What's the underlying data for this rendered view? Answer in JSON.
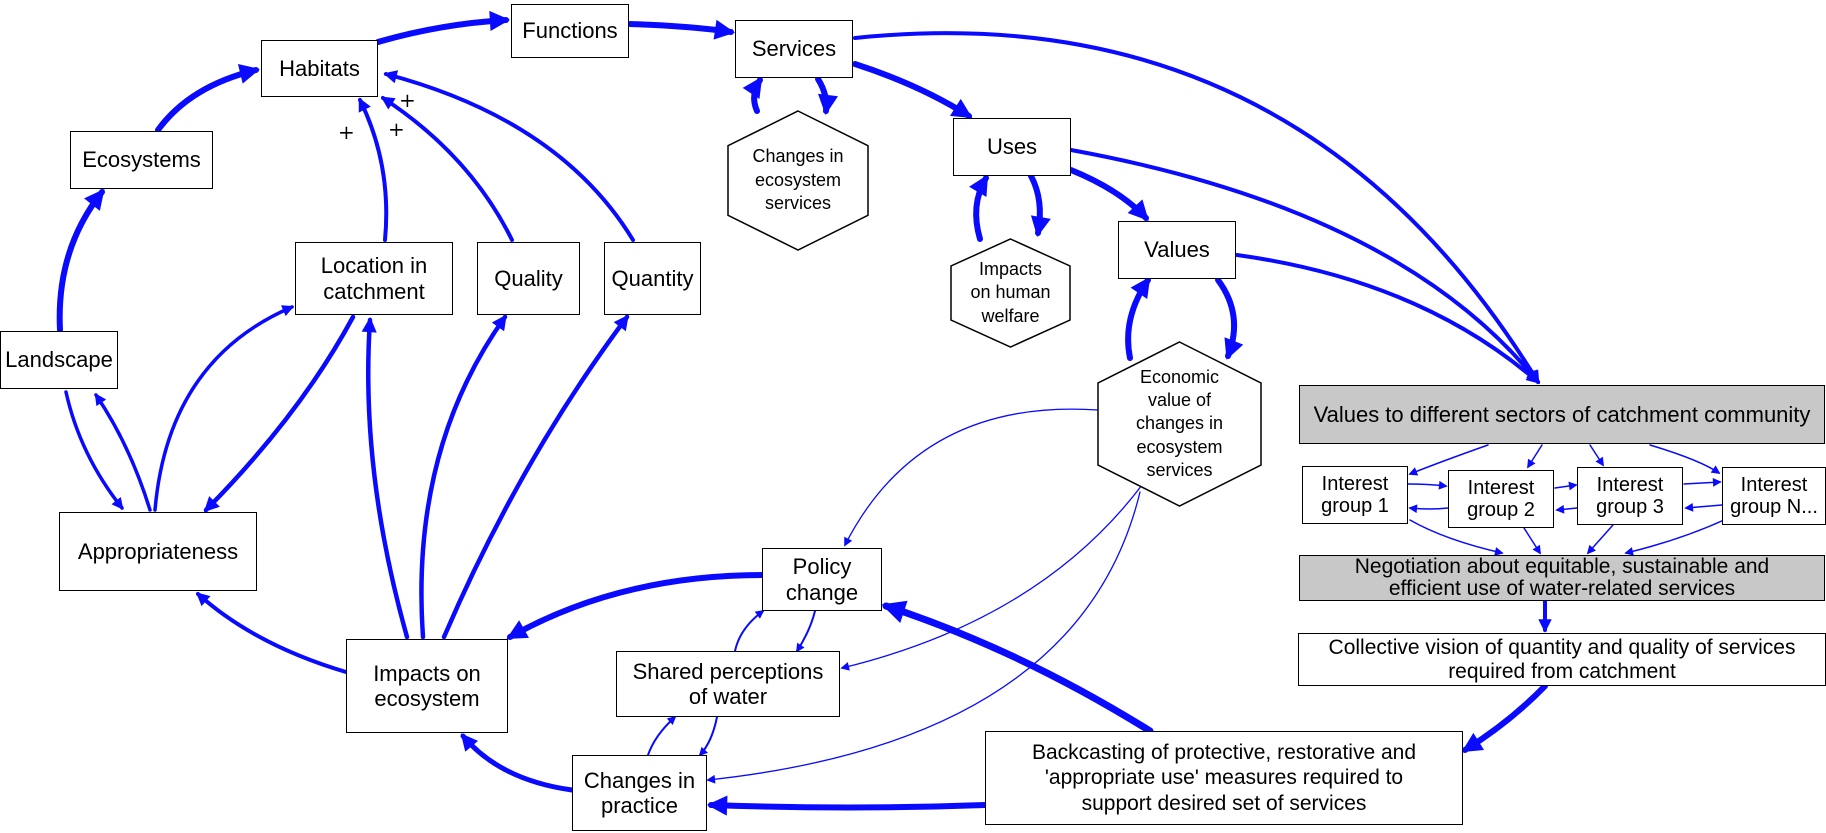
{
  "diagram": {
    "colors": {
      "arrow": "#0a0aff",
      "node_fill": "#ffffff",
      "grey_fill": "#c8c8c8",
      "border": "#000000"
    },
    "nodes": {
      "functions": "Functions",
      "services": "Services",
      "habitats": "Habitats",
      "ecosystems": "Ecosystems",
      "landscape": "Landscape",
      "appropriateness": "Appropriateness",
      "location": "Location in\ncatchment",
      "quality": "Quality",
      "quantity": "Quantity",
      "uses": "Uses",
      "values": "Values",
      "impacts_ecosystem": "Impacts on\necosystem",
      "policy_change": "Policy\nchange",
      "shared_perceptions": "Shared perceptions\nof water",
      "changes_practice": "Changes in\npractice",
      "values_sectors": "Values to different sectors of catchment community",
      "group1": "Interest\ngroup 1",
      "group2": "Interest\ngroup 2",
      "group3": "Interest\ngroup 3",
      "groupN": "Interest\ngroup N...",
      "negotiation": "Negotiation about equitable, sustainable and\nefficient use of water-related services",
      "collective_vision": "Collective vision of quantity and quality of services\nrequired from catchment",
      "backcasting": "Backcasting of protective, restorative and\n'appropriate use' measures required to\nsupport desired set of services"
    },
    "hexagons": {
      "changes_services": "Changes in\necosystem\nservices",
      "impacts_welfare": "Impacts\non human\nwelfare",
      "economic_value": "Economic\nvalue of\nchanges in\necosystem\nservices"
    },
    "plus_sign": "+"
  }
}
